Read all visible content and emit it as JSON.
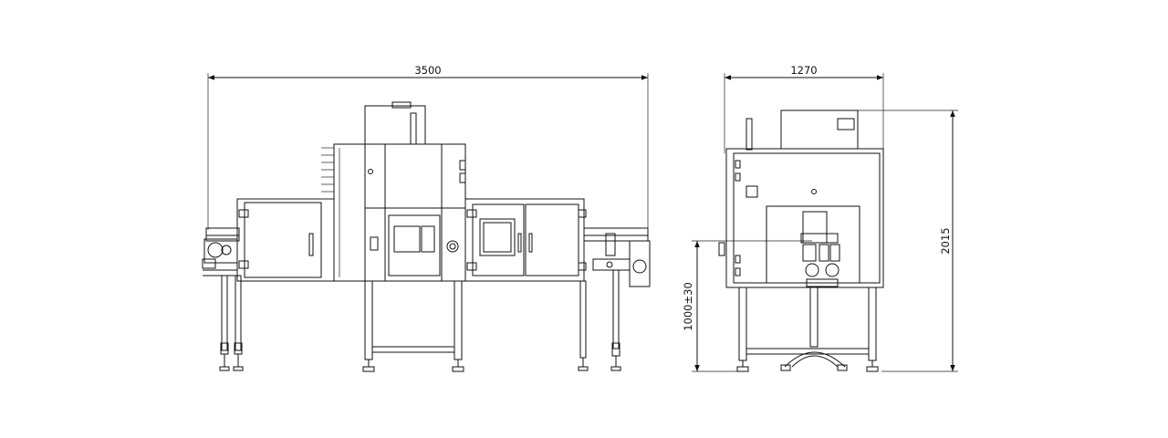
{
  "dimensions": {
    "front_width": "3500",
    "side_width": "1270",
    "total_height": "2015",
    "table_height": "1000±30"
  },
  "colors": {
    "line": "#111111",
    "background": "#ffffff"
  }
}
